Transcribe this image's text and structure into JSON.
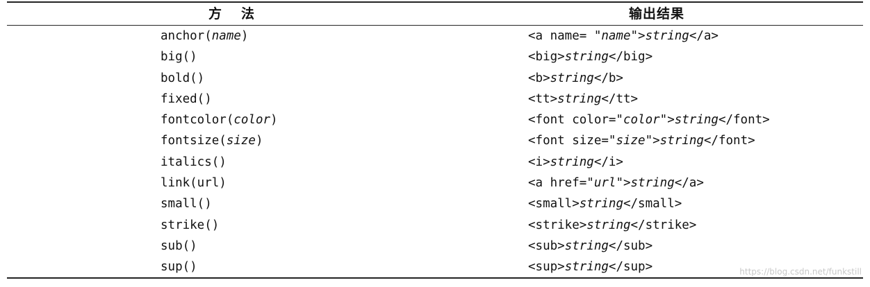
{
  "table": {
    "headers": {
      "method": "方法",
      "output": "输出结果"
    },
    "rows": [
      {
        "method": [
          "anchor(",
          "name",
          ")"
        ],
        "output": [
          "<a name= \"",
          "name",
          "\">",
          "string",
          "</a>"
        ]
      },
      {
        "method": [
          "big()"
        ],
        "output": [
          "<big>",
          "string",
          "</big>"
        ]
      },
      {
        "method": [
          "bold()"
        ],
        "output": [
          "<b>",
          "string",
          "</b>"
        ]
      },
      {
        "method": [
          "fixed()"
        ],
        "output": [
          "<tt>",
          "string",
          "</tt>"
        ]
      },
      {
        "method": [
          "fontcolor(",
          "color",
          ")"
        ],
        "output": [
          "<font color=\"",
          "color",
          "\">",
          "string",
          "</font>"
        ]
      },
      {
        "method": [
          "fontsize(",
          "size",
          ")"
        ],
        "output": [
          "<font size=\"",
          "size",
          "\">",
          "string",
          "</font>"
        ]
      },
      {
        "method": [
          "italics()"
        ],
        "output": [
          "<i>",
          "string",
          "</i>"
        ]
      },
      {
        "method": [
          "link(url)"
        ],
        "output": [
          "<a href=\"",
          "url",
          "\">",
          "string",
          "</a>"
        ]
      },
      {
        "method": [
          "small()"
        ],
        "output": [
          "<small>",
          "string",
          "</small>"
        ]
      },
      {
        "method": [
          "strike()"
        ],
        "output": [
          "<strike>",
          "string",
          "</strike>"
        ]
      },
      {
        "method": [
          "sub()"
        ],
        "output": [
          "<sub>",
          "string",
          "</sub>"
        ]
      },
      {
        "method": [
          "sup()"
        ],
        "output": [
          "<sup>",
          "string",
          "</sup>"
        ]
      }
    ]
  },
  "watermark": "https://blog.csdn.net/funkstill"
}
